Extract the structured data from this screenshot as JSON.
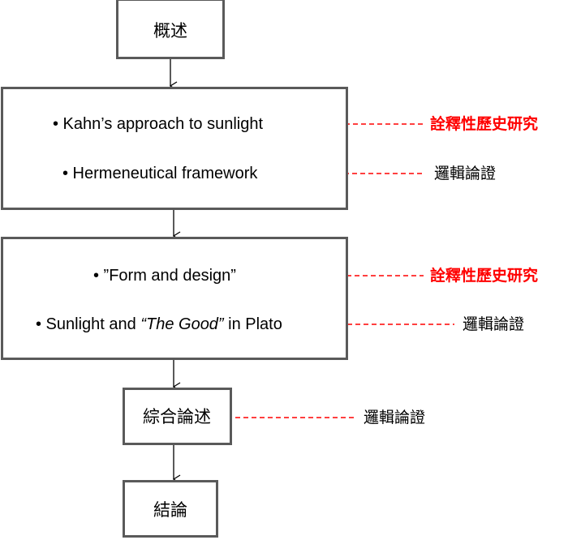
{
  "nodes": {
    "overview": "概述",
    "synthesis": "綜合論述",
    "conclusion": "結論"
  },
  "box2": {
    "item1": "• Kahn’s  approach to sunlight",
    "item2": "• Hermeneutical framework"
  },
  "box3": {
    "item1": "• ”Form and design”",
    "item2_pre": "• Sunlight and ",
    "item2_italic": "“The Good”",
    "item2_post": " in Plato"
  },
  "methods": {
    "hermeneutic_history": "詮釋性歷史研究",
    "logical_argument": "邏輯論證"
  },
  "colors": {
    "dash": "#ff0000",
    "red_label": "#ff0000",
    "border": "#5a5a5a"
  }
}
